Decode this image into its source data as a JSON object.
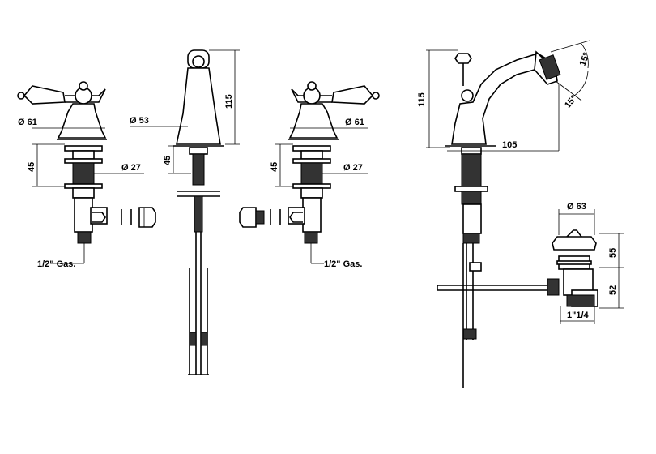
{
  "labels": {
    "d61_left": "Ø 61",
    "d45_left": "45",
    "d27_left": "Ø 27",
    "gas_left": "1/2\" Gas.",
    "d53": "Ø 53",
    "h115_spout": "115",
    "h45_spout": "45",
    "d61_right": "Ø 61",
    "d45_right": "45",
    "d27_right": "Ø 27",
    "gas_right": "1/2\" Gas.",
    "h115_side": "115",
    "w105": "105",
    "a15_top": "15°",
    "a15_bottom": "15°",
    "d63": "Ø 63",
    "h55": "55",
    "h52": "52",
    "thread_waste": "1\"1/4"
  }
}
